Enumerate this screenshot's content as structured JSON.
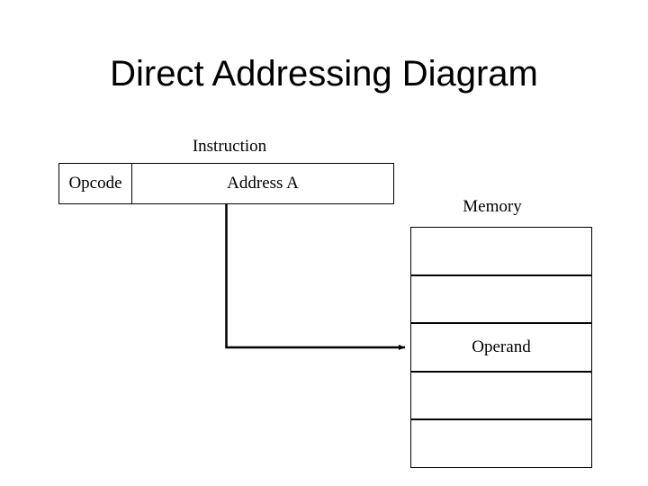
{
  "slide": {
    "title": "Direct Addressing Diagram",
    "background_color": "#ffffff",
    "ink_color": "#000000"
  },
  "instruction": {
    "caption": "Instruction",
    "fields": [
      {
        "label": "Opcode"
      },
      {
        "label": "Address A"
      }
    ]
  },
  "memory": {
    "caption": "Memory",
    "cells": [
      {
        "label": ""
      },
      {
        "label": ""
      },
      {
        "label": "Operand"
      },
      {
        "label": ""
      },
      {
        "label": ""
      }
    ]
  },
  "connector": {
    "from": "Address A",
    "to": "Operand",
    "arrow_head": "solid-triangle"
  }
}
